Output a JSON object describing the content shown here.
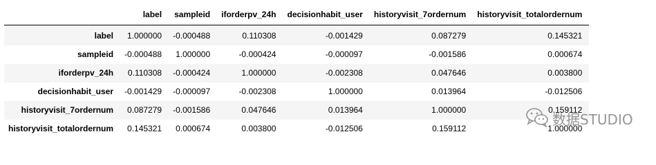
{
  "table": {
    "columns": [
      "",
      "label",
      "sampleid",
      "iforderpv_24h",
      "decisionhabit_user",
      "historyvisit_7ordernum",
      "historyvisit_totalordernum"
    ],
    "rows": [
      {
        "index": "label",
        "values": [
          "1.000000",
          "-0.000488",
          "0.110308",
          "-0.001429",
          "0.087279",
          "0.145321"
        ]
      },
      {
        "index": "sampleid",
        "values": [
          "-0.000488",
          "1.000000",
          "-0.000424",
          "-0.000097",
          "-0.001586",
          "0.000674"
        ]
      },
      {
        "index": "iforderpv_24h",
        "values": [
          "0.110308",
          "-0.000424",
          "1.000000",
          "-0.002308",
          "0.047646",
          "0.003800"
        ]
      },
      {
        "index": "decisionhabit_user",
        "values": [
          "-0.001429",
          "-0.000097",
          "-0.002308",
          "1.000000",
          "0.013964",
          "-0.012506"
        ]
      },
      {
        "index": "historyvisit_7ordernum",
        "values": [
          "0.087279",
          "-0.001586",
          "0.047646",
          "0.013964",
          "1.000000",
          "0.159112"
        ]
      },
      {
        "index": "historyvisit_totalordernum",
        "values": [
          "0.145321",
          "0.000674",
          "0.003800",
          "-0.012506",
          "0.159112",
          "1.000000"
        ]
      }
    ]
  },
  "watermark": {
    "text": "数据STUDIO",
    "icon": "wechat-icon"
  },
  "colors": {
    "row_stripe": "#f5f5f5",
    "header_rule": "#000000"
  }
}
